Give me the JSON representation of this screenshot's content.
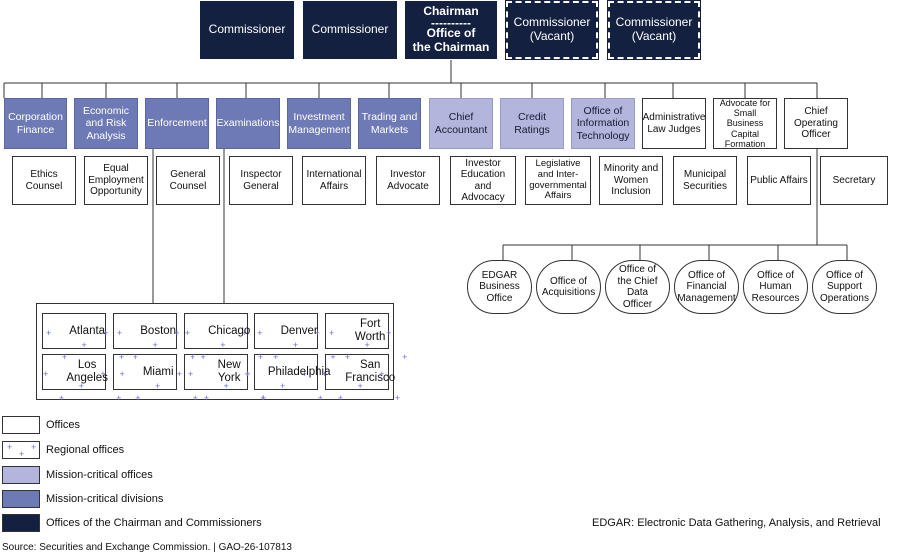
{
  "top": {
    "commissioner1": "Commissioner",
    "commissioner2": "Commissioner",
    "chairman_line1": "Chairman",
    "chairman_dashes": "----------",
    "chairman_line2": "Office of",
    "chairman_line3": "the Chairman",
    "vacant1_line1": "Commissioner",
    "vacant1_line2": "(Vacant)",
    "vacant2_line1": "Commissioner",
    "vacant2_line2": "(Vacant)"
  },
  "divisions": {
    "corp_finance": "Corporation Finance",
    "economic_risk": "Economic and Risk Analysis",
    "enforcement": "Enforcement",
    "examinations": "Examinations",
    "investment_mgmt": "Investment Management",
    "trading_markets": "Trading and Markets"
  },
  "mission_critical_offices": {
    "chief_accountant": "Chief Accountant",
    "credit_ratings": "Credit Ratings",
    "info_tech": "Office of Information Technology"
  },
  "row1_offices": {
    "admin_law": "Administrative Law Judges",
    "advocate_small_business": "Advocate for Small Business Capital Formation",
    "coo": "Chief Operating Officer"
  },
  "row2_offices": [
    "Ethics Counsel",
    "Equal Employment Opportunity",
    "General Counsel",
    "Inspector General",
    "International Affairs",
    "Investor Advocate",
    "Investor Education and Advocacy",
    "Legislative and Inter-governmental Affairs",
    "Minority and Women Inclusion",
    "Municipal Securities",
    "Public Affairs",
    "Secretary"
  ],
  "coo_offices": [
    "EDGAR Business Office",
    "Office of Acquisitions",
    "Office of the Chief Data Officer",
    "Office of Financial Management",
    "Office of Human Resources",
    "Office of Support Operations"
  ],
  "regional_offices": [
    "Atlanta",
    "Boston",
    "Chicago",
    "Denver",
    "Fort Worth",
    "Los Angeles",
    "Miami",
    "New York",
    "Philadelphia",
    "San Francisco"
  ],
  "legend": {
    "offices": "Offices",
    "regional": "Regional offices",
    "mc_offices": "Mission-critical offices",
    "mc_divisions": "Mission-critical divisions",
    "chairman_commissioners": "Offices of the Chairman and Commissioners"
  },
  "colors": {
    "chairman_commissioners": "#13203f",
    "mission_critical_divisions": "#6e7ab5",
    "mission_critical_offices": "#b3b5dc",
    "regional_plus": "#6b6fd6"
  },
  "note": "EDGAR: Electronic Data Gathering, Analysis, and Retrieval",
  "source": "Source: Securities and Exchange Commission.  |  GAO-26-107813"
}
